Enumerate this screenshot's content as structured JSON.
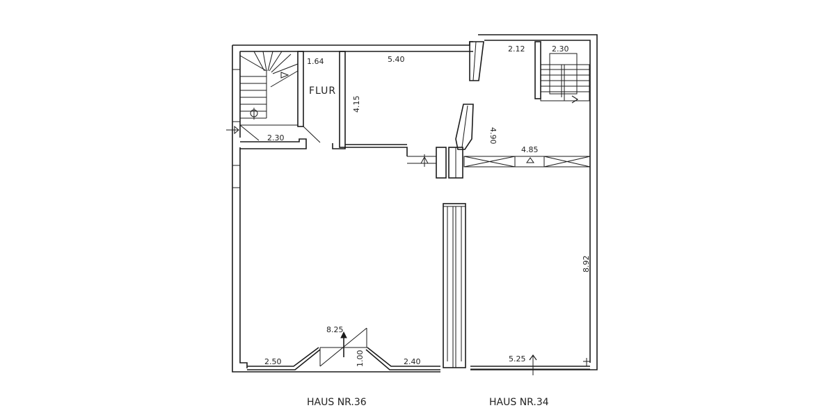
{
  "plan": {
    "rooms": {
      "flur": {
        "label": "FLUR",
        "width": "1.64"
      },
      "stair_left": {
        "width": "2.30"
      },
      "room_center": {
        "width": "5.40",
        "depth": "4.15"
      },
      "room_right_upper": {
        "width_a": "2.12",
        "width_b": "2.30",
        "depth": "4.90",
        "opening": "4.85"
      },
      "hall_left": {
        "front_left": "2.50",
        "entrance_depth": "1.00",
        "front_right": "2.40",
        "total_width": "8.25"
      },
      "hall_right": {
        "front_width": "5.25",
        "depth": "8.92"
      }
    },
    "captions": {
      "left_house": "HAUS NR.36",
      "right_house": "HAUS NR.34"
    },
    "colors": {
      "line": "#1a1a1a",
      "background": "#ffffff"
    }
  }
}
